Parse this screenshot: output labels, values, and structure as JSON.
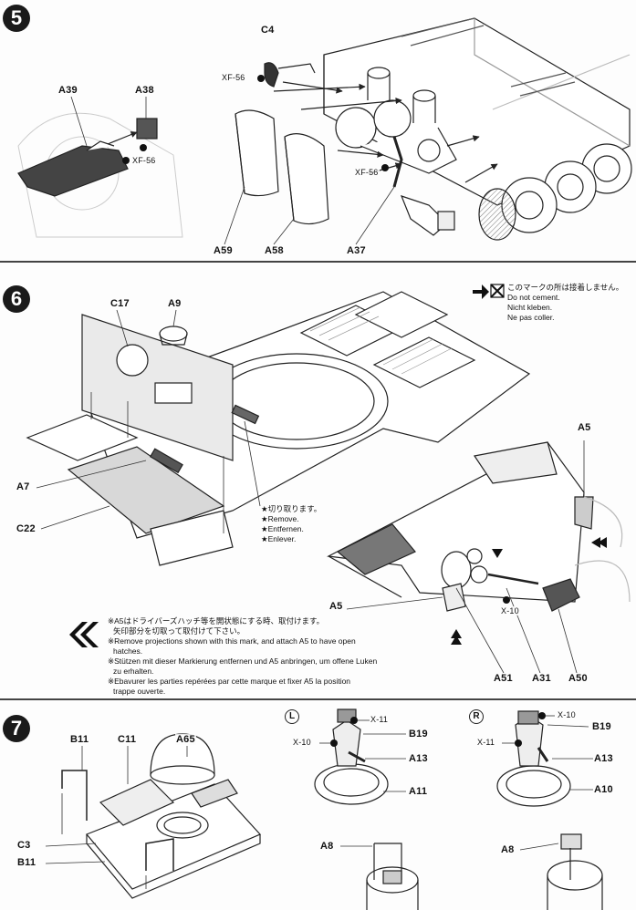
{
  "steps": [
    {
      "number": "5"
    },
    {
      "number": "6"
    },
    {
      "number": "7"
    }
  ],
  "step5": {
    "labels": {
      "c4": "C4",
      "a39": "A39",
      "a38": "A38",
      "xf56_a": "XF-56",
      "xf56_b": "XF-56",
      "xf56_c": "XF-56",
      "a59": "A59",
      "a58": "A58",
      "a37": "A37"
    }
  },
  "step6": {
    "labels": {
      "c17": "C17",
      "a9": "A9",
      "a7": "A7",
      "c22": "C22",
      "a5_top": "A5",
      "a5_left": "A5",
      "x10": "X-10",
      "a51": "A51",
      "a31": "A31",
      "a50": "A50"
    },
    "do_not_cement": {
      "ja": "このマークの所は接着しません。",
      "en": "Do not cement.",
      "de": "Nicht kleben.",
      "fr": "Ne pas coller."
    },
    "remove": {
      "ja": "★切り取ります。",
      "en": "★Remove.",
      "de": "★Entfernen.",
      "fr": "★Enlever."
    },
    "hatch_note": {
      "ja1": "※A5はドライバーズハッチ等を開状態にする時、取付けます。",
      "ja2": "矢印部分を切取って取付けて下さい。",
      "en1": "※Remove projections shown with this mark, and attach A5 to have open",
      "en2": "hatches.",
      "de1": "※Stützen mit dieser Markierung entfernen und A5 anbringen, um offene Luken",
      "de2": "zu erhalten.",
      "fr1": "※Ebavurer les parties repérées par cette marque et fixer A5 la position",
      "fr2": "trappe ouverte."
    }
  },
  "step7": {
    "labels": {
      "b11_top": "B11",
      "c11": "C11",
      "a65": "A65",
      "c3": "C3",
      "b11_bottom": "B11",
      "l_mark": "L",
      "r_mark": "R",
      "l_x11": "X-11",
      "l_x10": "X-10",
      "l_b19": "B19",
      "l_a13": "A13",
      "l_a11": "A11",
      "l_a8": "A8",
      "r_x10": "X-10",
      "r_x11": "X-11",
      "r_b19": "B19",
      "r_a13": "A13",
      "r_a10": "A10",
      "r_a8": "A8"
    }
  },
  "colors": {
    "ink": "#111111",
    "paper": "#fdfdfd",
    "shade": "#9a9a9a"
  }
}
